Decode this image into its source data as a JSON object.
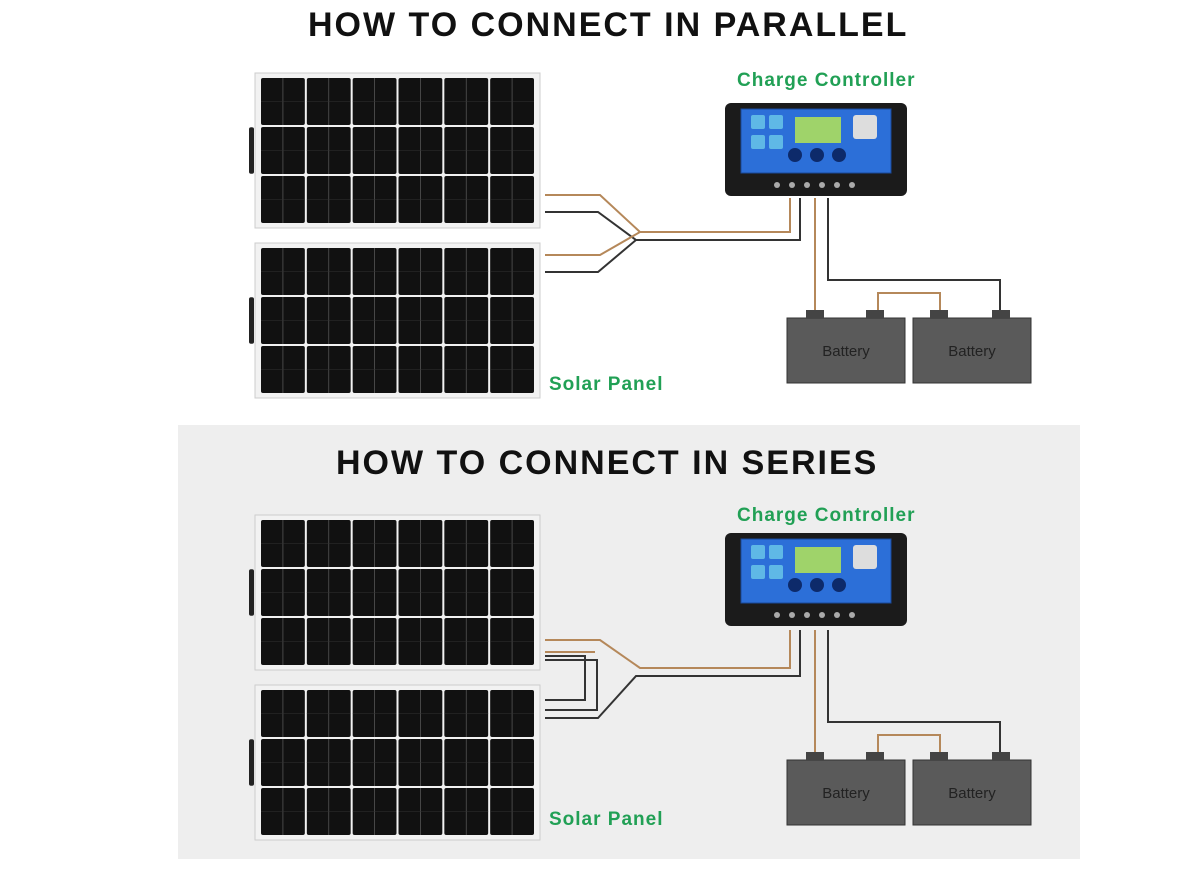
{
  "parallel": {
    "title": "HOW TO CONNECT IN PARALLEL",
    "controller_label": "Charge Controller",
    "panel_label": "Solar Panel",
    "battery_labels": [
      "Battery",
      "Battery"
    ]
  },
  "series": {
    "title": "HOW TO CONNECT IN SERIES",
    "controller_label": "Charge Controller",
    "panel_label": "Solar Panel",
    "battery_labels": [
      "Battery",
      "Battery"
    ]
  },
  "colors": {
    "label_green": "#21a055",
    "wire_brown": "#b5885a",
    "wire_dark": "#333333",
    "panel_cell": "#111111",
    "controller_blue": "#2c6fd8",
    "battery_gray": "#5a5a5a"
  }
}
